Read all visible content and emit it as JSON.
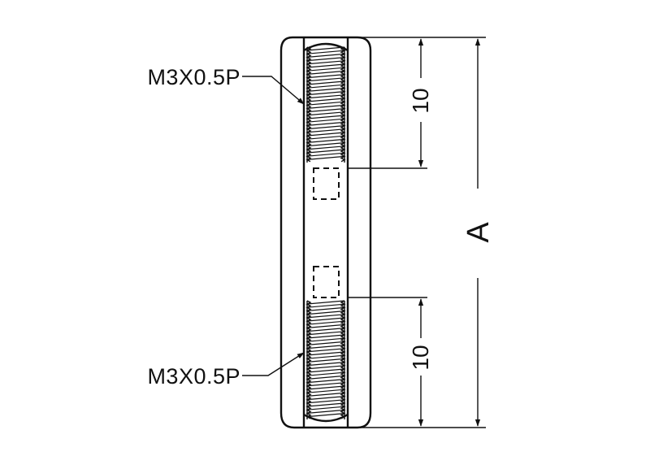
{
  "labels": {
    "thread_top": "M3X0.5P",
    "thread_bottom": "M3X0.5P",
    "dim_top": "10",
    "dim_bottom": "10",
    "dim_total": "A"
  }
}
